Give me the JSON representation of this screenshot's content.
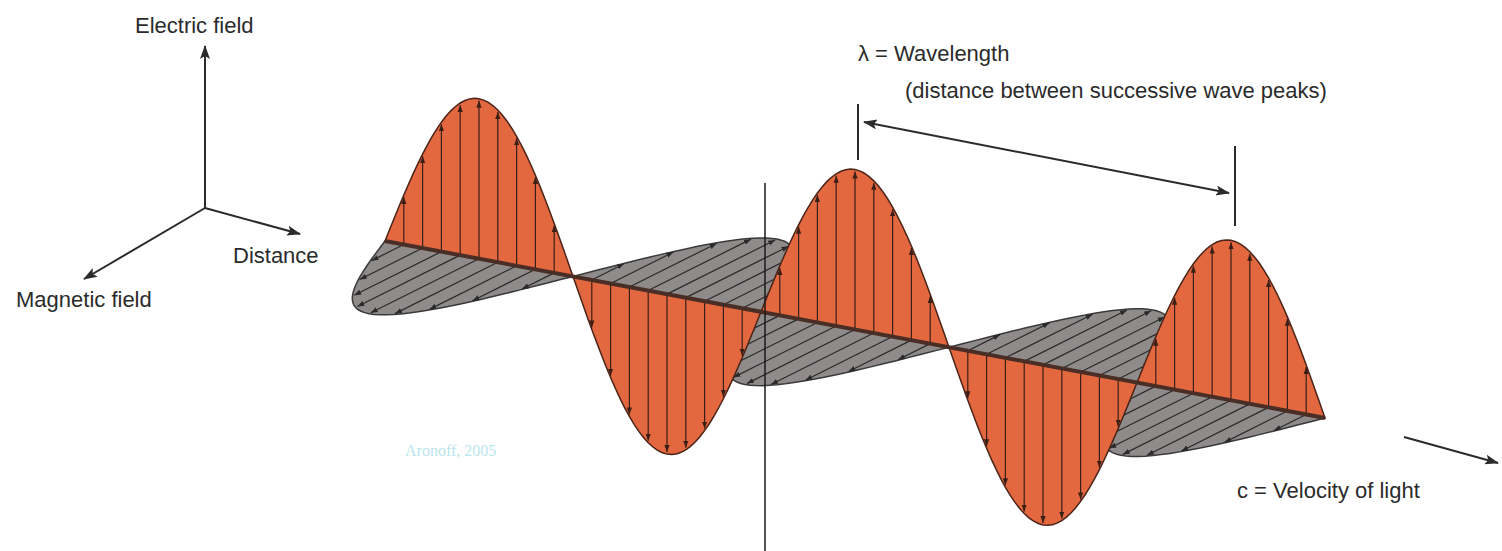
{
  "diagram": {
    "labels": [
      "Electric field",
      "Magnetic field",
      "Distance",
      "λ = Wavelength",
      "(distance between successive wave peaks)",
      "c = Velocity of light",
      "Aronoff, 2005"
    ]
  }
}
